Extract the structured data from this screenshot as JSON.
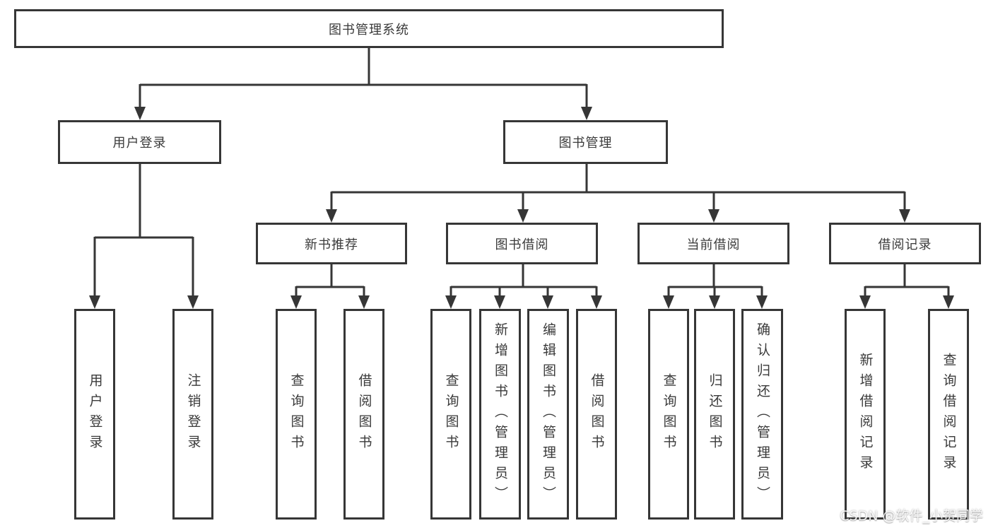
{
  "diagram": {
    "root": {
      "label": "图书管理系统"
    },
    "branches": [
      {
        "label": "用户登录",
        "children": [
          {
            "label": "用户登录"
          },
          {
            "label": "注销登录"
          }
        ]
      },
      {
        "label": "图书管理",
        "children": [
          {
            "label": "新书推荐",
            "children": [
              {
                "label": "查询图书"
              },
              {
                "label": "借阅图书"
              }
            ]
          },
          {
            "label": "图书借阅",
            "children": [
              {
                "label": "查询图书"
              },
              {
                "label": "新增图书（管理员）"
              },
              {
                "label": "编辑图书（管理员）"
              },
              {
                "label": "借阅图书"
              }
            ]
          },
          {
            "label": "当前借阅",
            "children": [
              {
                "label": "查询图书"
              },
              {
                "label": "归还图书"
              },
              {
                "label": "确认归还（管理员）"
              }
            ]
          },
          {
            "label": "借阅记录",
            "children": [
              {
                "label": "新增借阅记录"
              },
              {
                "label": "查询借阅记录"
              }
            ]
          }
        ]
      }
    ],
    "watermark": "CSDN @软件_小贺同学",
    "colors": {
      "line": "#363636",
      "text": "#3a3a3a",
      "background": "#ffffff"
    }
  }
}
